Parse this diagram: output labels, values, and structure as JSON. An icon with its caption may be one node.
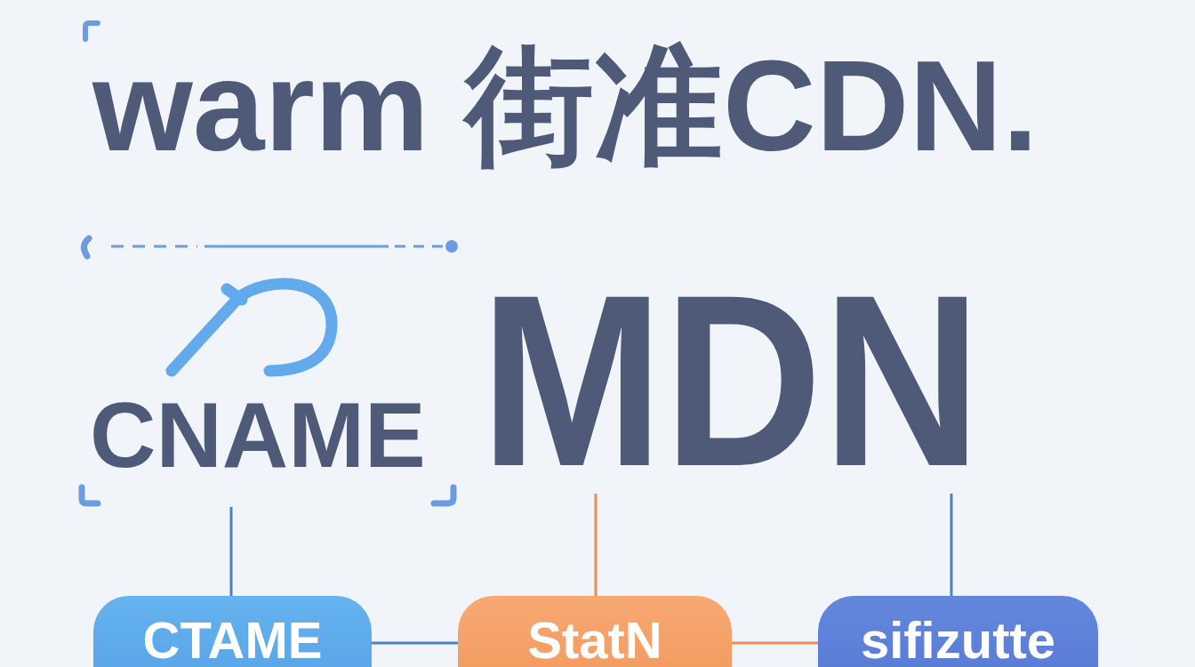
{
  "diagram": {
    "title": "warm 街准CDN.",
    "nodes": [
      {
        "text": [
          "CNAME"
        ]
      },
      {
        "text": [
          "MDN"
        ]
      },
      {
        "text": [
          "CTAME"
        ]
      },
      {
        "text": [
          "StatN"
        ]
      },
      {
        "text": [
          "sifizutte"
        ]
      }
    ],
    "edges": [
      {
        "from": 0,
        "to": 2,
        "arrow": "none"
      },
      {
        "from": 1,
        "to": 3,
        "arrow": "none",
        "color": "#ec8a5a"
      },
      {
        "from": 1,
        "to": 4,
        "arrow": "none"
      },
      {
        "from": 2,
        "to": 3,
        "arrow": "none"
      },
      {
        "from": 3,
        "to": 4,
        "arrow": "none",
        "color": "#ec8a5a"
      }
    ]
  }
}
